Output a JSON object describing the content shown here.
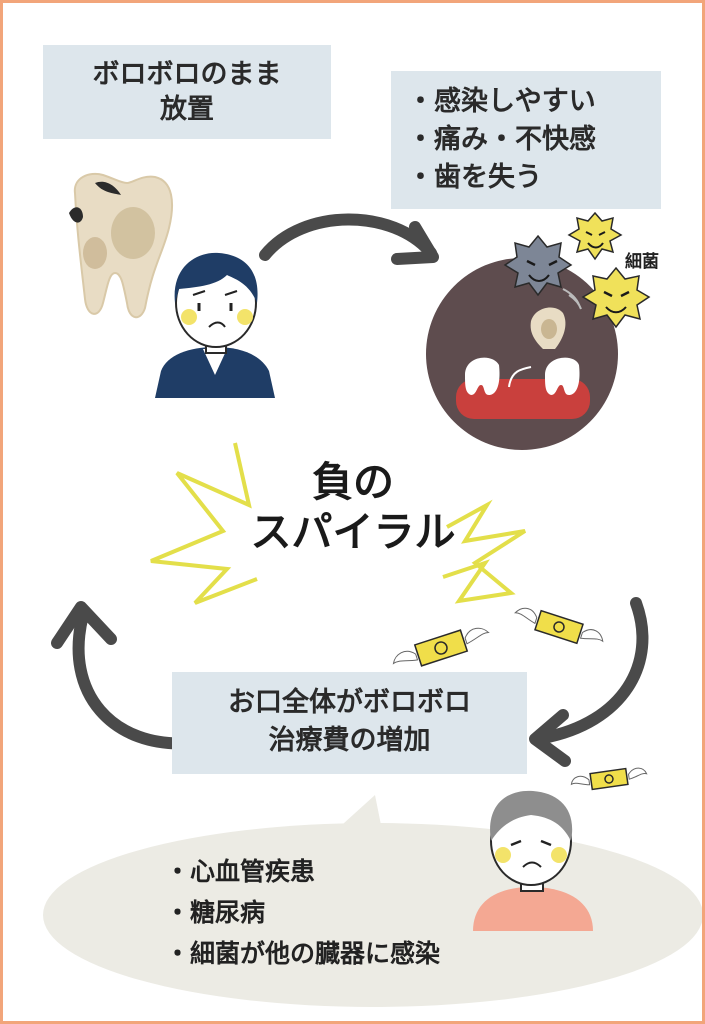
{
  "neglect_box": {
    "lines": [
      "ボロボロのまま",
      "放置"
    ]
  },
  "effects_box": {
    "items": [
      "・感染しやすい",
      "・痛み・不快感",
      "・歯を失う"
    ]
  },
  "germ_label": "細菌",
  "center_title": {
    "lines": [
      "負の",
      "スパイラル"
    ]
  },
  "mouth_box": {
    "lines": [
      "お口全体がボロボロ",
      "治療費の増加"
    ]
  },
  "bubble": {
    "items": [
      "・心血管疾患",
      "・糖尿病",
      "・細菌が他の臓器に感染"
    ]
  },
  "colors": {
    "frame": "#f2a57a",
    "box_background": "#dde6ec",
    "bubble_background": "#ecebe4",
    "arrow": "#4a4a4a",
    "burst": "#e3df4a",
    "gum": "#c9403d",
    "circle_background": "#5e4c4e",
    "bacteria_gray": "#7d8696",
    "bacteria_yellow": "#f0e15a",
    "man_shirt": "#1f3d66",
    "woman_shirt": "#f4a893"
  }
}
